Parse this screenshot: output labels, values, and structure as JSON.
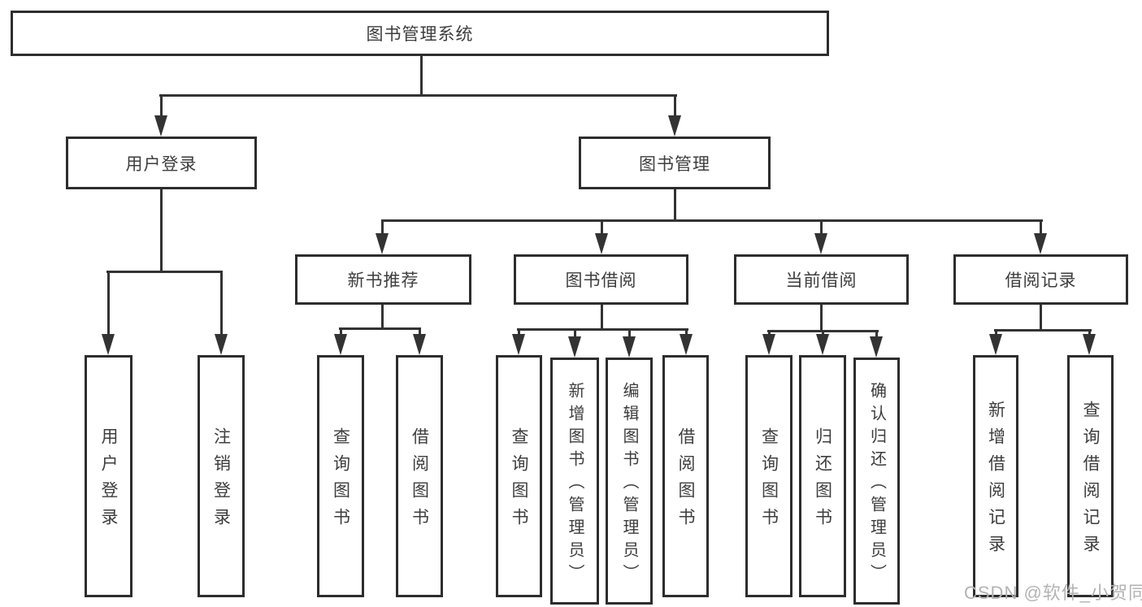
{
  "tree": {
    "label": "图书管理系统",
    "children": [
      {
        "label": "用户登录",
        "children": [
          {
            "label": "用户登录"
          },
          {
            "label": "注销登录"
          }
        ]
      },
      {
        "label": "图书管理",
        "children": [
          {
            "label": "新书推荐",
            "children": [
              {
                "label": "查询图书"
              },
              {
                "label": "借阅图书"
              }
            ]
          },
          {
            "label": "图书借阅",
            "children": [
              {
                "label": "查询图书"
              },
              {
                "label": "新增图书（管理员）"
              },
              {
                "label": "编辑图书（管理员）"
              },
              {
                "label": "借阅图书"
              }
            ]
          },
          {
            "label": "当前借阅",
            "children": [
              {
                "label": "查询图书"
              },
              {
                "label": "归还图书"
              },
              {
                "label": "确认归还（管理员）"
              }
            ]
          },
          {
            "label": "借阅记录",
            "children": [
              {
                "label": "新增借阅记录"
              },
              {
                "label": "查询借阅记录"
              }
            ]
          }
        ]
      }
    ]
  },
  "watermark": {
    "text": "CSDN @软件_小贺同学"
  },
  "colors": {
    "line": "#333333",
    "border": "#2d2d2d",
    "text": "#3d3d3d",
    "watermark": "#b3b3b3",
    "background": "#ffffff"
  }
}
